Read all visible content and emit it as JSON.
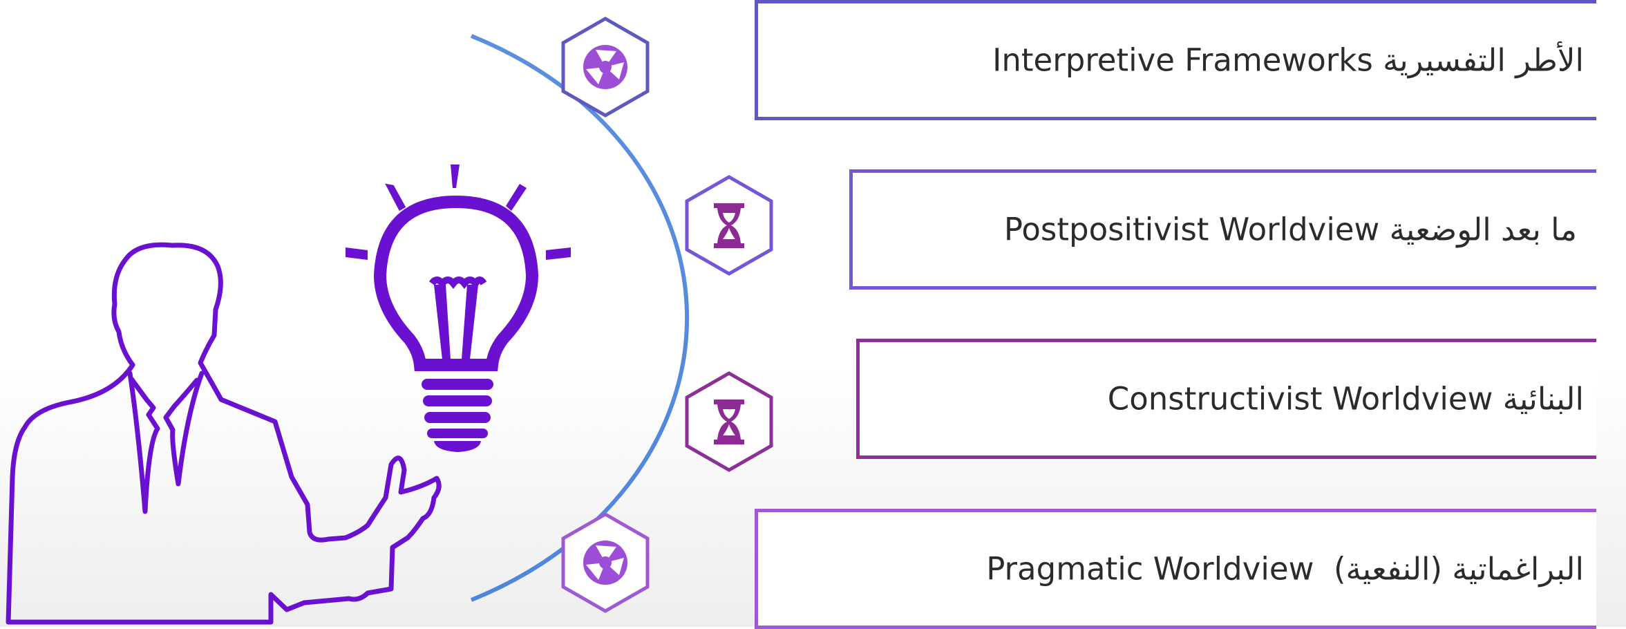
{
  "items": [
    {
      "ar": "الأطر التفسيرية",
      "en": "Interpretive Frameworks",
      "color": "#5f58bf",
      "icon": "camera-shutter-icon"
    },
    {
      "ar": "ما بعد الوضعية",
      "en": "Postpositivist Worldview",
      "color": "#7656d8",
      "icon": "hourglass-icon"
    },
    {
      "ar": "البنائية",
      "en": "Constructivist Worldview",
      "color": "#8c2f96",
      "icon": "hourglass-icon"
    },
    {
      "ar": "البراغماتية (النفعية)",
      "en": "Pragmatic Worldview ",
      "color": "#9e5ad2",
      "icon": "camera-shutter-icon"
    }
  ],
  "colors": {
    "arc": "#5b8ee0",
    "figure": "#6a10d0",
    "bulb": "#6a10d0"
  }
}
